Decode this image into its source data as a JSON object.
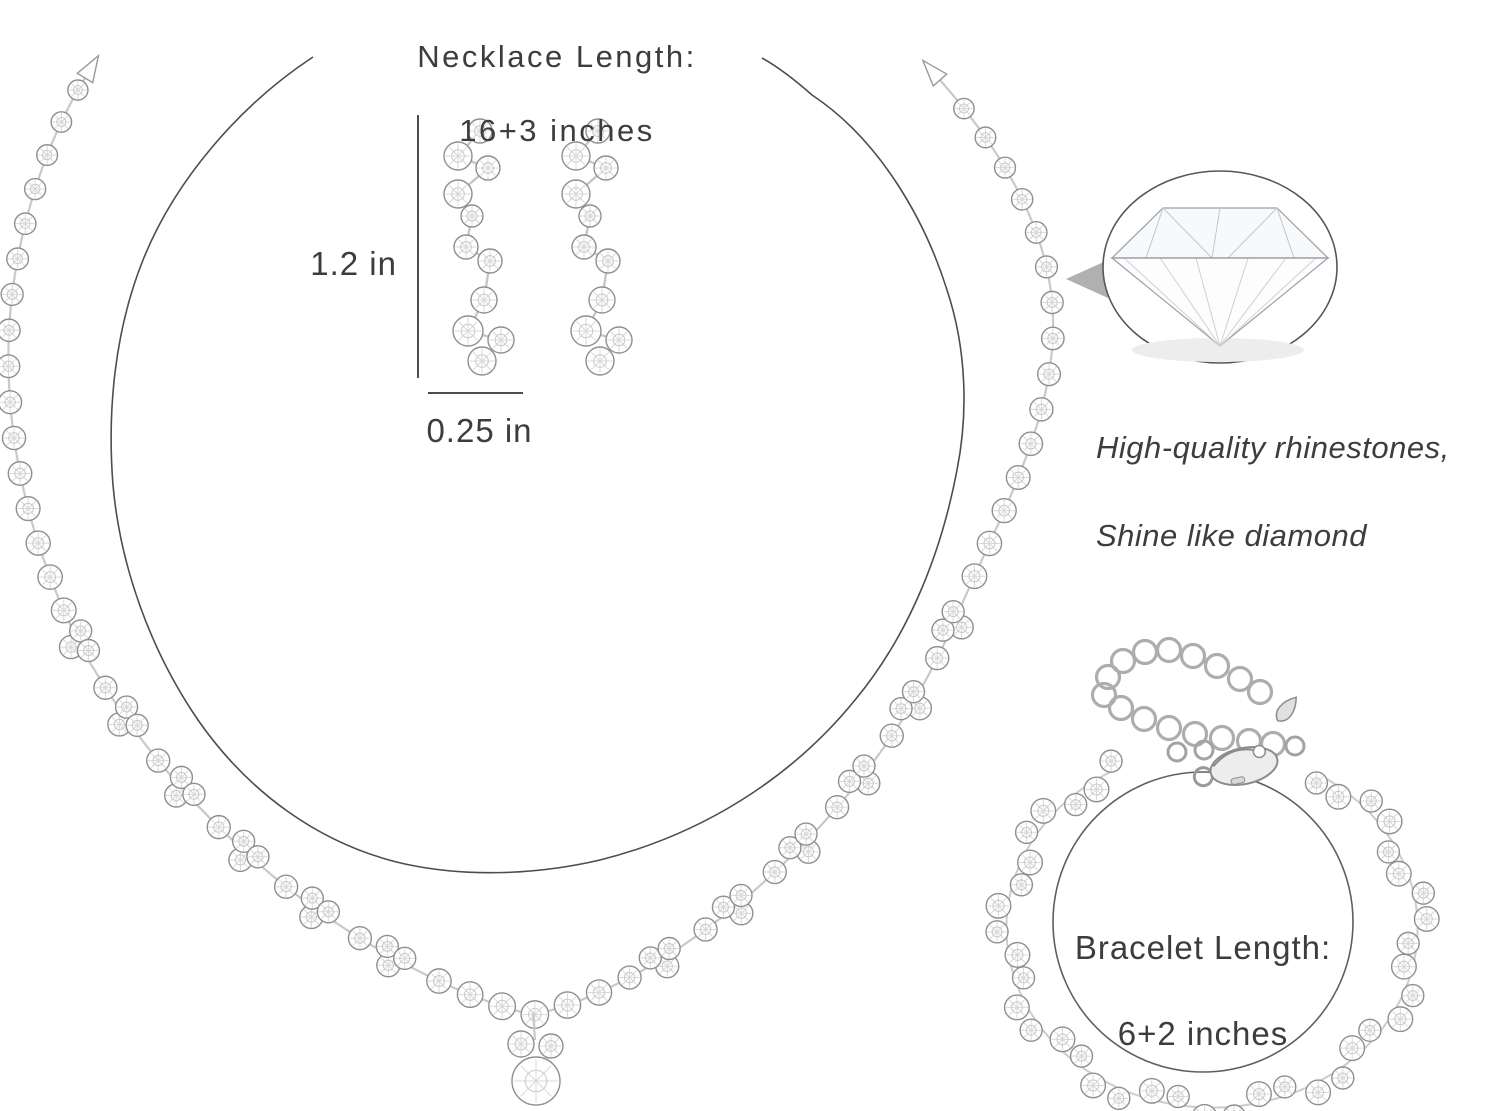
{
  "page": {
    "type": "jewelry-product-measurement-graphic",
    "background": "#ffffff"
  },
  "labels": {
    "necklace_length_line1": "Necklace Length:",
    "necklace_length_line2": "16+3 inches",
    "earring_height": "1.2 in",
    "earring_width": "0.25 in",
    "quality_note_line1": "High-quality rhinestones,",
    "quality_note_line2": "Shine like diamond",
    "bracelet_length_line1": "Bracelet Length:",
    "bracelet_length_line2": "6+2 inches"
  },
  "icons": {
    "diamond": "diamond-illustration",
    "callout_arrow": "left-pointing-arrow",
    "lobster_clasp": "lobster-clasp",
    "extender_chain": "extender-chain",
    "teardrop_charm": "teardrop-charm",
    "rhinestone": "round-rhinestone"
  },
  "colors": {
    "text": "#3d3d3d",
    "line": "#4d4d4d",
    "metal": "#adadad",
    "stone_outline": "#8f8f8f",
    "stone_facet": "#d9d9d9",
    "arrow": "#b0b0b0"
  }
}
